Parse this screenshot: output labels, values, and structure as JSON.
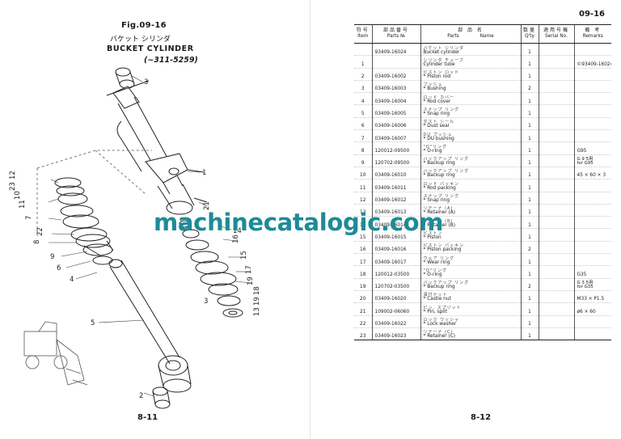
{
  "left_page": {
    "fig_number": "Fig.09-16",
    "title_jp": "バケット シリンダ",
    "title_en": "BUCKET CYLINDER",
    "serial_range": "(~311-5259)",
    "page_number": "8-11",
    "callouts": [
      "3",
      "1",
      "21",
      "14",
      "16",
      "15",
      "17",
      "19",
      "18",
      "19",
      "13",
      "12",
      "23",
      "10",
      "11",
      "7",
      "22",
      "8",
      "9",
      "6",
      "4",
      "5",
      "2",
      "3"
    ]
  },
  "right_page": {
    "fig_code": "09-16",
    "page_number": "8-12",
    "table": {
      "headers": {
        "item": {
          "jp": "符号",
          "en": "Item"
        },
        "parts_no": {
          "jp": "部品番号",
          "en": "Parts №"
        },
        "parts_name": {
          "jp": "部 品 名",
          "en_left": "Parts",
          "en_right": "Name"
        },
        "qty": {
          "jp": "数量",
          "en": "Q'ty"
        },
        "serial": {
          "jp": "適用号機",
          "en": "Serial No."
        },
        "remarks": {
          "jp": "備 考",
          "en": "Remarks"
        }
      },
      "rows": [
        {
          "item": "",
          "parts_no": "93409-16024",
          "jp": "バケット シリンダ",
          "name": "Bucket cylinder",
          "qty": "1",
          "remarks": ""
        },
        {
          "item": "1",
          "parts_no": "",
          "jp": "シリンダ チューブ",
          "name": "Cylinder tube",
          "qty": "1",
          "remarks": "©93409-16024"
        },
        {
          "item": "2",
          "parts_no": "03409-16002",
          "jp": "ピストン ロッド",
          "name": "* Piston rod",
          "qty": "1",
          "remarks": ""
        },
        {
          "item": "3",
          "parts_no": "03409-16003",
          "jp": "ブッシュ",
          "name": "* Bushing",
          "qty": "2",
          "remarks": ""
        },
        {
          "item": "4",
          "parts_no": "03409-16004",
          "jp": "ロッド カバー",
          "name": "* Rod cover",
          "qty": "1",
          "remarks": ""
        },
        {
          "item": "5",
          "parts_no": "03409-16005",
          "jp": "スナップ リング",
          "name": "* Snap ring",
          "qty": "1",
          "remarks": ""
        },
        {
          "item": "6",
          "parts_no": "03409-16006",
          "jp": "ダスト シール",
          "name": "* Dust seal",
          "qty": "1",
          "remarks": ""
        },
        {
          "item": "7",
          "parts_no": "03409-16007",
          "jp": "DU ブッシュ",
          "name": "* DU bushing",
          "qty": "1",
          "remarks": ""
        },
        {
          "item": "8",
          "parts_no": "120012-09500",
          "jp": "\"O\"リング",
          "name": "* O-ring",
          "qty": "1",
          "remarks": "G95"
        },
        {
          "item": "9",
          "parts_no": "120702-09500",
          "jp": "バックアップ リング",
          "name": "* Backup ring",
          "qty": "1",
          "remarks": "G 9 5用|for G95"
        },
        {
          "item": "10",
          "parts_no": "03409-16010",
          "jp": "バックアップ リング",
          "name": "* Backup ring",
          "qty": "1",
          "remarks": "45 × 60 × 3"
        },
        {
          "item": "11",
          "parts_no": "03409-16011",
          "jp": "ロッド パッキン",
          "name": "* Rod packing",
          "qty": "1",
          "remarks": ""
        },
        {
          "item": "12",
          "parts_no": "03409-16012",
          "jp": "スナップ リング",
          "name": "* Snap ring",
          "qty": "1",
          "remarks": ""
        },
        {
          "item": "13",
          "parts_no": "03409-16013",
          "jp": "リテーナ (A)",
          "name": "* Retainer (A)",
          "qty": "1",
          "remarks": ""
        },
        {
          "item": "14",
          "parts_no": "03409-16014",
          "jp": "リテーナ (B)",
          "name": "* Retainer (B)",
          "qty": "1",
          "remarks": ""
        },
        {
          "item": "15",
          "parts_no": "03409-16015",
          "jp": "ピストン",
          "name": "* Piston",
          "qty": "1",
          "remarks": ""
        },
        {
          "item": "16",
          "parts_no": "03409-16016",
          "jp": "ピストン パッキン",
          "name": "* Piston packing",
          "qty": "2",
          "remarks": ""
        },
        {
          "item": "17",
          "parts_no": "03409-16017",
          "jp": "ウェア リング",
          "name": "* Wear ring",
          "qty": "1",
          "remarks": ""
        },
        {
          "item": "18",
          "parts_no": "120012-03500",
          "jp": "\"O\"リング",
          "name": "* O-ring",
          "qty": "1",
          "remarks": "G35"
        },
        {
          "item": "19",
          "parts_no": "120702-03500",
          "jp": "バックアップ リング",
          "name": "* Backup ring",
          "qty": "2",
          "remarks": "G 3 5用|for G35"
        },
        {
          "item": "20",
          "parts_no": "03409-16020",
          "jp": "溝付ナット",
          "name": "* Castle nut",
          "qty": "1",
          "remarks": "M33 × P1.5"
        },
        {
          "item": "21",
          "parts_no": "109002-06060",
          "jp": "ピン, スプリット",
          "name": "* Pin, split",
          "qty": "1",
          "remarks": "ø6 × 60"
        },
        {
          "item": "22",
          "parts_no": "03409-16022",
          "jp": "ロック ワッシャ",
          "name": "* Lock washer",
          "qty": "1",
          "remarks": ""
        },
        {
          "item": "23",
          "parts_no": "03409-16023",
          "jp": "リテーナ (C)",
          "name": "* Retainer (C)",
          "qty": "1",
          "remarks": ""
        }
      ]
    }
  },
  "watermark": "machinecatalogic.com"
}
